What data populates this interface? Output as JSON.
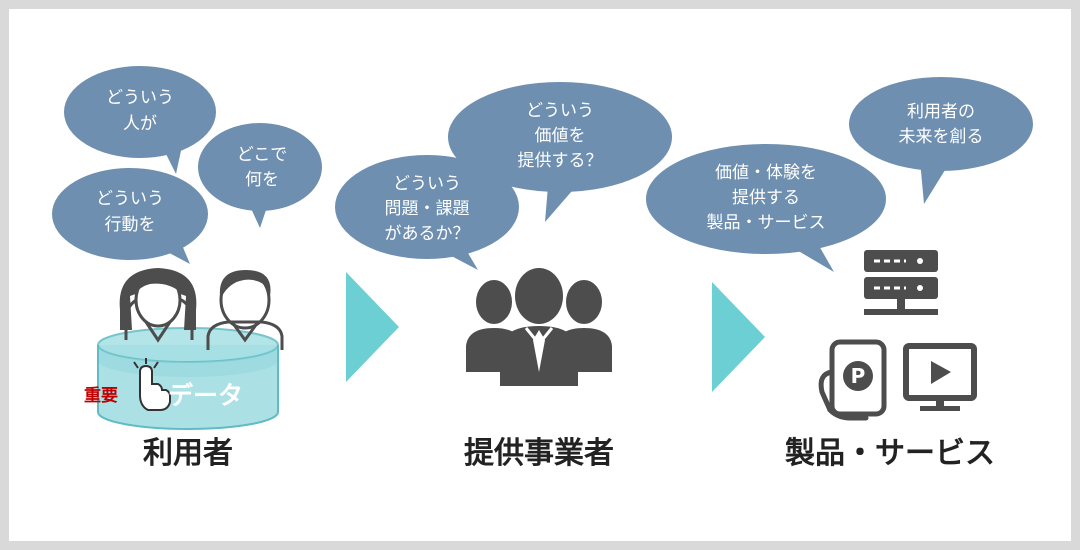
{
  "colors": {
    "bubble": "#6e8fb0",
    "arrow": "#6ccfd3",
    "icon": "#4d4d4d",
    "cylinder": "#8fd6dc",
    "important": "#c00000"
  },
  "bubbles": {
    "who": [
      "どういう",
      "人が"
    ],
    "where_what": [
      "どこで",
      "何を"
    ],
    "action": [
      "どういう",
      "行動を"
    ],
    "problem": [
      "どういう",
      "問題・課題",
      "があるか？"
    ],
    "value": [
      "どういう",
      "価値を",
      "提供する？"
    ],
    "product": [
      "価値・体験を",
      "提供する",
      "製品・サービス"
    ],
    "future": [
      "利用者の",
      "未来を創る"
    ]
  },
  "users": {
    "important_label": "重要",
    "data_label": "データ",
    "label": "利用者"
  },
  "provider": {
    "label": "提供事業者"
  },
  "product_group": {
    "label": "製品・サービス"
  },
  "icons": {
    "users": "two-people-icon",
    "pointer": "pointing-hand-icon",
    "provider": "business-group-icon",
    "server": "server-icon",
    "phone": "smartphone-parking-icon",
    "monitor": "video-monitor-icon",
    "arrow": "play-arrow-icon"
  }
}
